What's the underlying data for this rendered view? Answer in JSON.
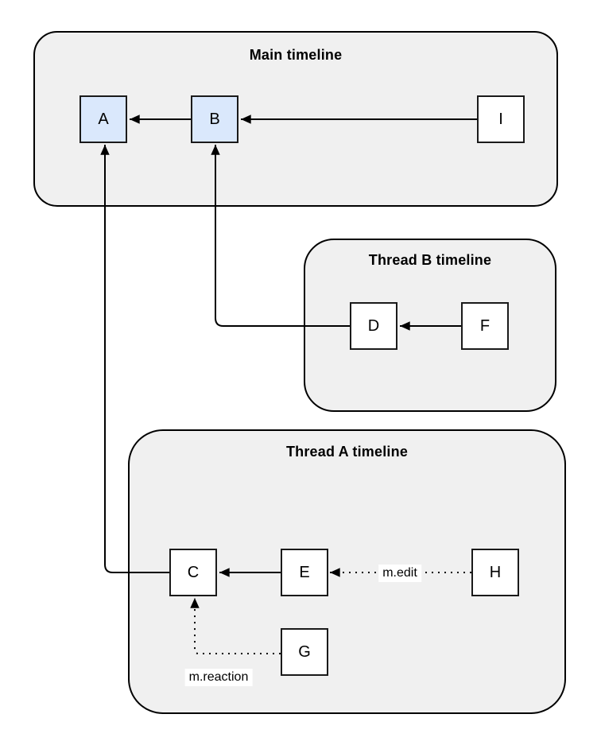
{
  "diagram": {
    "containers": [
      {
        "id": "main",
        "label": "Main timeline"
      },
      {
        "id": "thread-b",
        "label": "Thread B timeline"
      },
      {
        "id": "thread-a",
        "label": "Thread A timeline"
      }
    ],
    "nodes": [
      {
        "id": "A",
        "label": "A",
        "container": "main",
        "highlighted": true
      },
      {
        "id": "B",
        "label": "B",
        "container": "main",
        "highlighted": true
      },
      {
        "id": "I",
        "label": "I",
        "container": "main",
        "highlighted": false
      },
      {
        "id": "D",
        "label": "D",
        "container": "thread-b",
        "highlighted": false
      },
      {
        "id": "F",
        "label": "F",
        "container": "thread-b",
        "highlighted": false
      },
      {
        "id": "C",
        "label": "C",
        "container": "thread-a",
        "highlighted": false
      },
      {
        "id": "E",
        "label": "E",
        "container": "thread-a",
        "highlighted": false
      },
      {
        "id": "H",
        "label": "H",
        "container": "thread-a",
        "highlighted": false
      },
      {
        "id": "G",
        "label": "G",
        "container": "thread-a",
        "highlighted": false
      }
    ],
    "edges": [
      {
        "from": "B",
        "to": "A",
        "style": "solid",
        "label": ""
      },
      {
        "from": "I",
        "to": "B",
        "style": "solid",
        "label": ""
      },
      {
        "from": "F",
        "to": "D",
        "style": "solid",
        "label": ""
      },
      {
        "from": "D",
        "to": "B",
        "style": "solid",
        "label": ""
      },
      {
        "from": "E",
        "to": "C",
        "style": "solid",
        "label": ""
      },
      {
        "from": "C",
        "to": "A",
        "style": "solid",
        "label": ""
      },
      {
        "from": "H",
        "to": "E",
        "style": "dotted",
        "label": "m.edit"
      },
      {
        "from": "G",
        "to": "C",
        "style": "dotted",
        "label": "m.reaction"
      }
    ],
    "edge_labels": [
      {
        "id": "m-edit",
        "label": "m.edit"
      },
      {
        "id": "m-reaction",
        "label": "m.reaction"
      }
    ],
    "colors": {
      "container_fill": "#f0f0f0",
      "node_fill": "#ffffff",
      "node_highlight_fill": "#dae8fc",
      "stroke": "#000000",
      "background": "#ffffff"
    }
  }
}
